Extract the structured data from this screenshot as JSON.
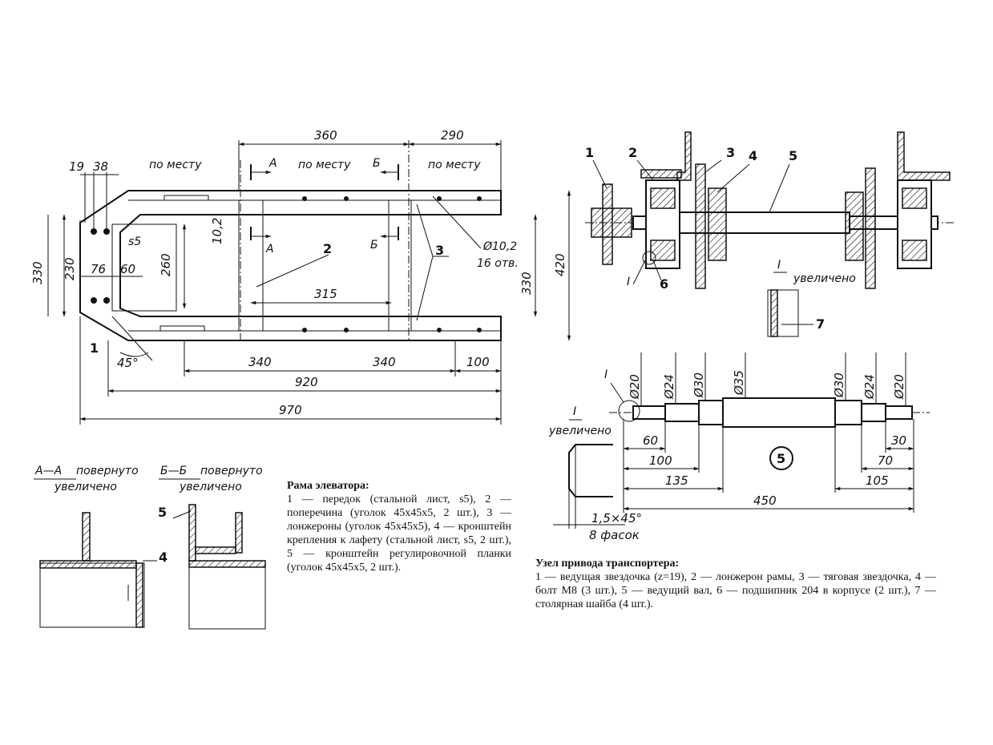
{
  "frame": {
    "dims": {
      "d19": "19",
      "d38": "38",
      "d360": "360",
      "d290": "290",
      "d330a": "330",
      "d230": "230",
      "d76": "76",
      "d60": "60",
      "d260": "260",
      "d10_2": "10,2",
      "d315": "315",
      "d420": "420",
      "d330b": "330",
      "d340a": "340",
      "d340b": "340",
      "d100": "100",
      "d920": "920",
      "d970": "970",
      "d45": "45°"
    },
    "labels": {
      "po_mestu_1": "по месту",
      "po_mestu_2": "по месту",
      "po_mestu_3": "по месту",
      "s5": "s5",
      "hole_dia": "Ø10,2",
      "hole_cnt": "16 отв.",
      "secA_top": "А",
      "secA_bot": "А",
      "secB_top": "Б",
      "secB_bot": "Б"
    },
    "callouts": {
      "c1": "1",
      "c2": "2",
      "c3": "3"
    }
  },
  "sections": {
    "aa_title": "А—А",
    "aa_note1": "повернуто",
    "aa_note2": "увеличено",
    "bb_title": "Б—Б",
    "bb_note1": "повернуто",
    "bb_note2": "увеличено",
    "c4": "4",
    "c5": "5"
  },
  "drive": {
    "callouts": {
      "c1": "1",
      "c2": "2",
      "c3": "3",
      "c4": "4",
      "c5": "5",
      "c6": "6",
      "c7": "7",
      "cI": "I"
    },
    "detail_label": "I",
    "detail_note": "увеличено"
  },
  "shaft": {
    "diameters": {
      "d20a": "Ø20",
      "d24a": "Ø24",
      "d30a": "Ø30",
      "d35": "Ø35",
      "d30b": "Ø30",
      "d24b": "Ø24",
      "d20b": "Ø20"
    },
    "lengths": {
      "l60": "60",
      "l100": "100",
      "l135": "135",
      "l450": "450",
      "l30": "30",
      "l70": "70",
      "l105": "105"
    },
    "part_no": "5",
    "detail_label": "I",
    "detail_note": "увеличено",
    "chamfer": "1,5×45°",
    "chamfer_cnt": "8 фасок"
  },
  "captions": {
    "frame_title": "Рама элеватора:",
    "frame_text": "1 — передок (стальной лист, s5), 2 — поперечина (уголок 45х45х5, 2 шт.), 3 — лонжероны (уголок 45х45х5), 4 — кронштейн крепления к лафету (стальной лист, s5, 2 шт.), 5 — кронштейн регулировочной планки (уголок 45х45х5, 2 шт.).",
    "drive_title": "Узел привода транспортера:",
    "drive_text": "1 — ведущая звездочка (z=19), 2 — лонжерон рамы, 3 — тяговая звездочка, 4 — болт М8 (3 шт.), 5 — ведущий вал, 6 — подшипник 204 в корпусе (2 шт.), 7 — столярная шайба (4 шт.)."
  }
}
